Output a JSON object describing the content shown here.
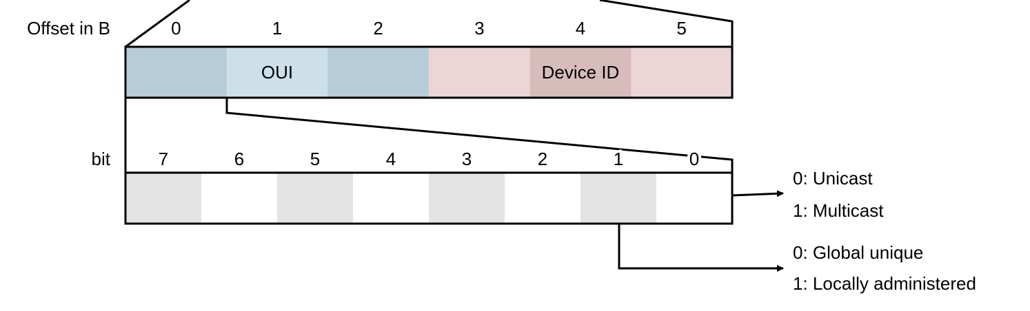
{
  "byte_row": {
    "axis_label": "Offset in B",
    "offsets": [
      "0",
      "1",
      "2",
      "3",
      "4",
      "5"
    ],
    "fields": [
      {
        "label": "OUI",
        "colors": [
          "#b6ccd9",
          "#cde0ea",
          "#b6ccd9"
        ]
      },
      {
        "label": "Device ID",
        "colors": [
          "#ecd5d5",
          "#d8bcbc",
          "#ecd5d5"
        ]
      }
    ]
  },
  "bit_row": {
    "axis_label": "bit",
    "bits": [
      "7",
      "6",
      "5",
      "4",
      "3",
      "2",
      "1",
      "0"
    ],
    "shaded_color": "#e4e4e4",
    "plain_color": "#ffffff"
  },
  "annotations": {
    "bit0": {
      "line1": "0: Unicast",
      "line2": "1: Multicast"
    },
    "bit1": {
      "line1": "0: Global unique",
      "line2": "1: Locally administered"
    }
  },
  "colors": {
    "stroke": "#000000"
  }
}
